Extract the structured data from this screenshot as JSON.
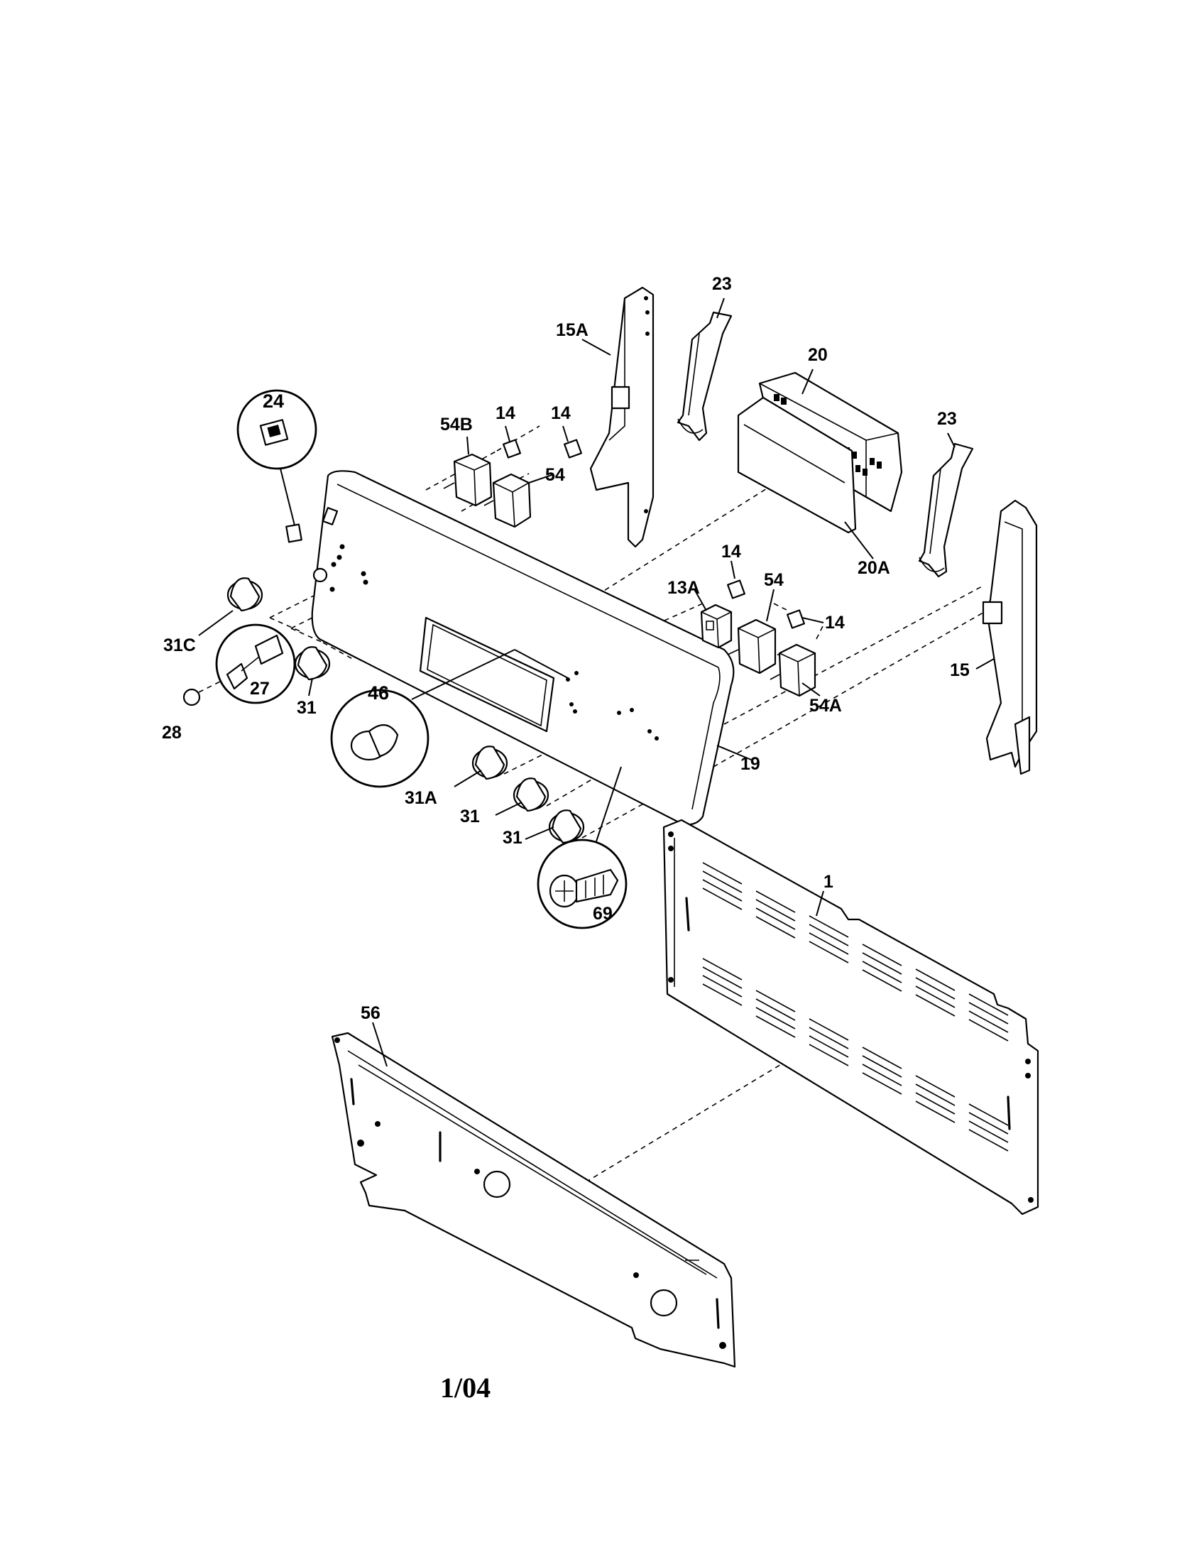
{
  "diagram": {
    "footer_code": "1/04",
    "part_labels": {
      "p1": "1",
      "p13a": "13A",
      "p14_a": "14",
      "p14_b": "14",
      "p14_c": "14",
      "p14_d": "14",
      "p15": "15",
      "p15a": "15A",
      "p19": "19",
      "p20": "20",
      "p20a": "20A",
      "p23_a": "23",
      "p23_b": "23",
      "p24": "24",
      "p27": "27",
      "p28": "28",
      "p31_a": "31",
      "p31_b": "31",
      "p31_c": "31",
      "p31a": "31A",
      "p31c": "31C",
      "p46": "46",
      "p54_a": "54",
      "p54_b": "54",
      "p54a": "54A",
      "p54b": "54B",
      "p56": "56",
      "p69": "69"
    }
  }
}
